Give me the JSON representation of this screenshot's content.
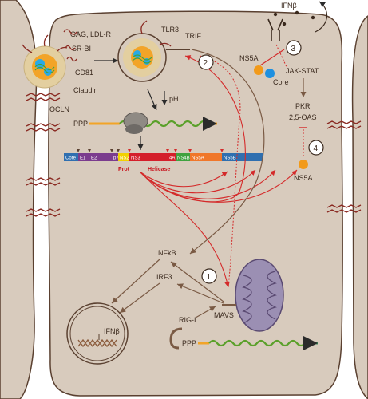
{
  "receptors": [
    "GAG, LDL-R",
    "SR-BI",
    "CD81",
    "Claudin",
    "OCLN"
  ],
  "endosome": {
    "tlr3": "TLR3",
    "trif": "TRIF",
    "ph": "pH"
  },
  "rna": {
    "cap": "PPP"
  },
  "polyprotein": {
    "segments": [
      {
        "label": "Core",
        "color": "#2f6fb0"
      },
      {
        "label": "E1",
        "color": "#7b3c8e"
      },
      {
        "label": "E2",
        "color": "#7b3c8e"
      },
      {
        "label": "p7",
        "color": "#7b3c8e"
      },
      {
        "label": "NS2",
        "color": "#f2d100"
      },
      {
        "label": "NS3",
        "color": "#d41f2b"
      },
      {
        "label": "4A",
        "color": "#d41f2b"
      },
      {
        "label": "NS4B",
        "color": "#3fa23f"
      },
      {
        "label": "NS5A",
        "color": "#f0772a"
      },
      {
        "label": "NS5B",
        "color": "#2f6fb0"
      }
    ],
    "prot": "Prot",
    "helicase": "Helicase"
  },
  "right_pathway": {
    "ifnb": "IFNβ",
    "ns5a_top": "NS5A",
    "core": "Core",
    "jak_stat": "JAK-STAT",
    "pkr": "PKR",
    "oas": "2,5-OAS",
    "ns5a_bottom": "NS5A"
  },
  "signaling": {
    "nfkb": "NFkB",
    "irf3": "IRF3",
    "mavs": "MAVS",
    "rig1": "RIG-I",
    "nucleus_ifnb": "IFNβ"
  },
  "steps": [
    "1",
    "2",
    "3",
    "4"
  ],
  "colors": {
    "cell": "#d8cbbd",
    "membrane": "#5a4030",
    "red_arrow": "#d42a2a",
    "rna": "#5aa02a",
    "brown_arrow": "#7a5a44",
    "orange": "#f29a1a",
    "blue": "#1e90e0"
  }
}
